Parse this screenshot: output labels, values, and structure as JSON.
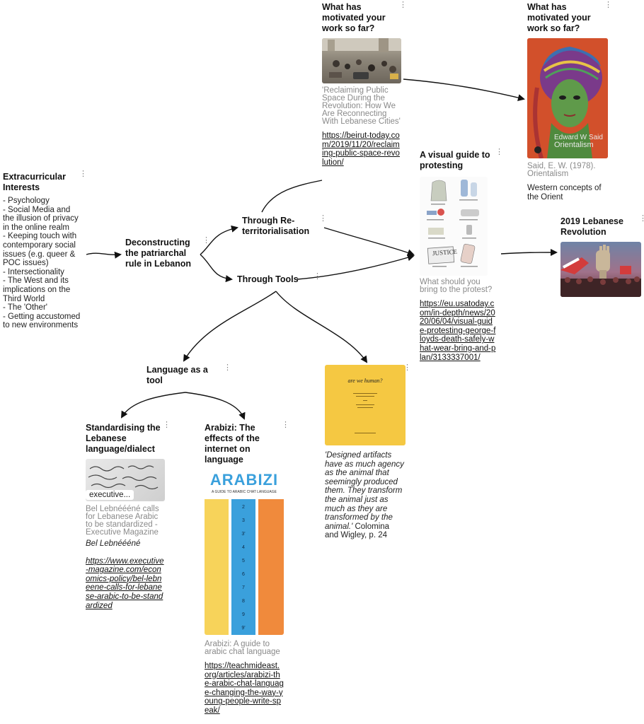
{
  "cards": {
    "extracurricular": {
      "title": "Extracurricular Interests",
      "items": [
        "- Psychology",
        "- Social Media and the illusion of privacy in the online realm",
        "- Keeping touch with contemporary social issues (e.g. queer & POC issues)",
        "- Intersectionality",
        "- The West and its implications on the Third World",
        "- The 'Other'",
        "- Getting accustomed to new environments"
      ]
    },
    "deconstructing": {
      "title": "Deconstructing the patriarchal rule in Lebanon"
    },
    "reterritorialisation": {
      "title": "Through Re-territorialisation"
    },
    "tools": {
      "title": "Through Tools"
    },
    "motivated1": {
      "title": "What has motivated your work so far?",
      "caption": "'Reclaiming Public Space During the Revolution: How We Are Reconnecting With Lebanese Cities'",
      "link": "https://beirut-today.com/2019/11/20/reclaiming-public-space-revolution/"
    },
    "motivated2": {
      "title": "What has motivated your work so far?",
      "book_author": "Edward W Said",
      "book_title": "Orientalism",
      "caption": "Said, E. W. (1978). Orientalism",
      "note": "Western concepts of the Orient"
    },
    "visual_guide": {
      "title": "A visual guide to protesting",
      "sign": "JUSTICE",
      "caption": "What should you bring to the protest?",
      "link": "https://eu.usatoday.com/in-depth/news/2020/06/04/visual-guide-protesting-george-floyds-death-safely-what-wear-bring-and-plan/3133337001/"
    },
    "revolution": {
      "title": "2019 Lebanese Revolution"
    },
    "language_tool": {
      "title": "Language as a tool"
    },
    "standardising": {
      "title": "Standardising the Lebanese language/dialect",
      "image_label": "executive...",
      "caption": "Bel Lebnéééné calls for Lebanese Arabic to be standardized - Executive Magazine",
      "source": "Bel Lebnéééné",
      "link": "https://www.executive-magazine.com/economics-policy/bel-lebneene-calls-for-lebanese-arabic-to-be-standardized"
    },
    "arabizi": {
      "title": "Arabizi: The effects of the internet on language",
      "poster_title": "ARABIZI",
      "poster_subtitle": "A GUIDE TO ARABIC CHAT LANGUAGE",
      "numbers": [
        "2",
        "3",
        "3'",
        "4",
        "5",
        "6",
        "7",
        "8",
        "9",
        "9'"
      ],
      "caption": "Arabizi: A guide to arabic chat language",
      "link": "https://teachmideast.org/articles/arabizi-the-arabic-chat-language-changing-the-way-young-people-write-speak/"
    },
    "are_we_human": {
      "book_title": "are we human?",
      "quote": "'Designed artifacts have as much agency as the animal that seemingly produced them. They transform the animal just as much as they are transformed by the animal.'",
      "citation": "Colomina and Wigley, p. 24"
    }
  },
  "icons": {
    "menu": "vertical-ellipsis-icon"
  },
  "colors": {
    "book_yellow": "#f5c842",
    "orientalism_bg": "#d9532a",
    "arabizi_blue": "#3aa0dc",
    "arabizi_orange": "#f08a3c",
    "arabizi_yellow": "#f7d35a"
  }
}
